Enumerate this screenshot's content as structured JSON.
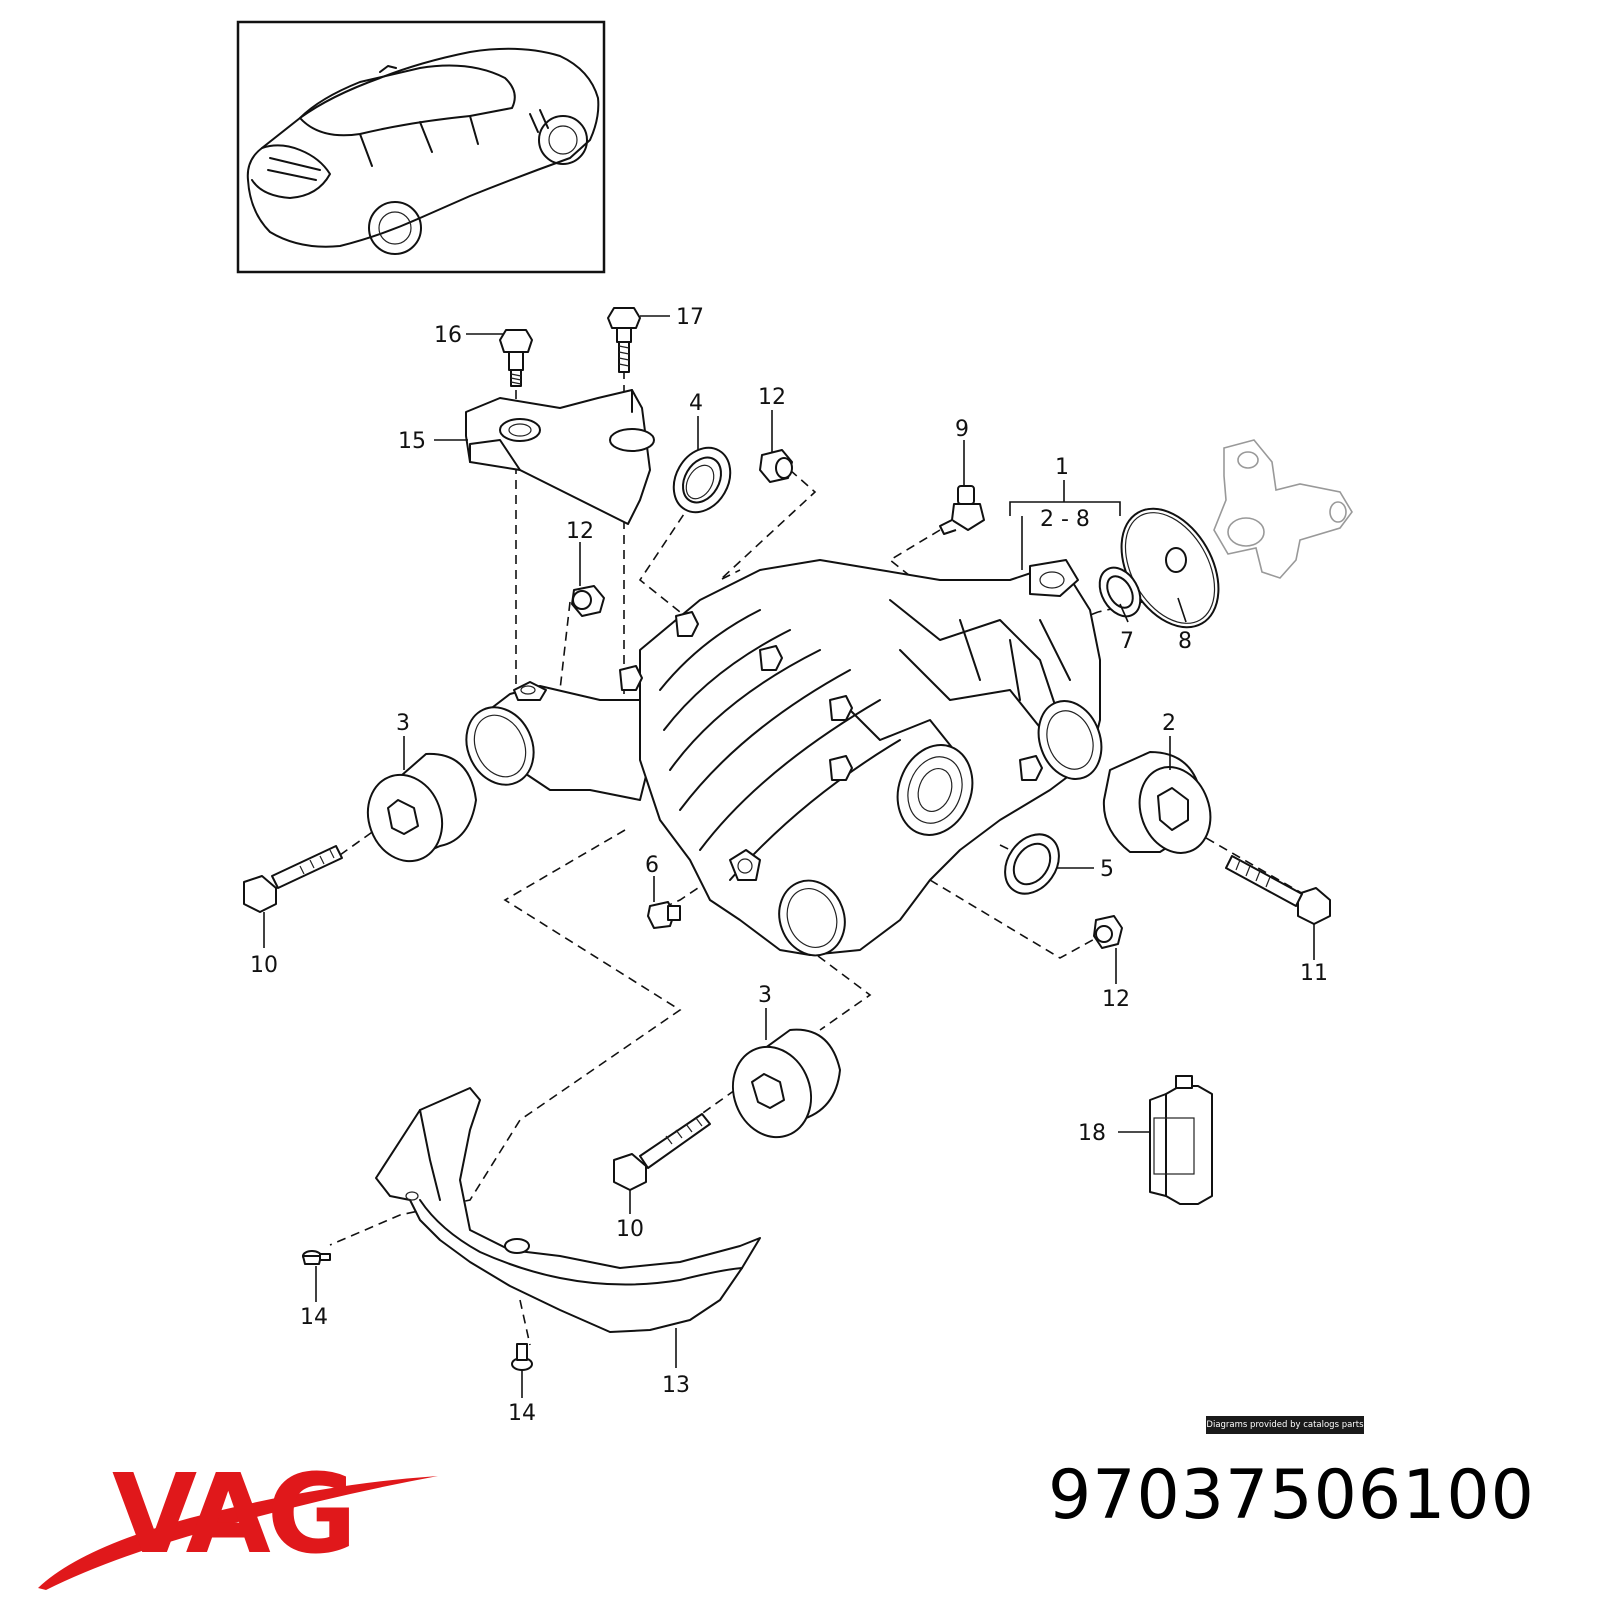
{
  "brand": {
    "name": "VAG",
    "color": "#e0181b"
  },
  "part_number": "97037506100",
  "credit": "Diagrams provided by catalogs parts",
  "callouts": {
    "c1": "1",
    "c2_8": "2 - 8",
    "c2": "2",
    "c3a": "3",
    "c3b": "3",
    "c4": "4",
    "c5": "5",
    "c6": "6",
    "c7": "7",
    "c8": "8",
    "c9": "9",
    "c10a": "10",
    "c10b": "10",
    "c11": "11",
    "c12a": "12",
    "c12b": "12",
    "c12c": "12",
    "c13": "13",
    "c14a": "14",
    "c14b": "14",
    "c15": "15",
    "c16": "16",
    "c17": "17",
    "c18": "18"
  },
  "icons": {
    "car": "car-overview-icon",
    "differential": "rear-differential-housing",
    "bottle": "oil-bottle-icon"
  }
}
